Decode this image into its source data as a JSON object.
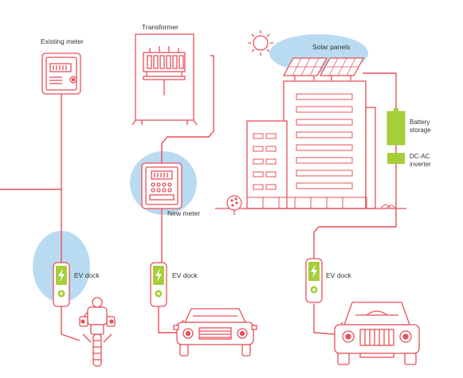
{
  "labels": {
    "existing_meter": "Existing meter",
    "transformer": "Transformer",
    "solar_panels": "Solar panels",
    "new_meter": "New meter",
    "battery_line1": "Battery",
    "battery_line2": "storage",
    "inverter_line1": "DC-AC",
    "inverter_line2": "inverter",
    "ev_dock_1": "EV dock",
    "ev_dock_2": "EV dock",
    "ev_dock_3": "EV dock"
  },
  "colors": {
    "line": "#e8505b",
    "highlight": "#b9dbf1",
    "accent": "#a6ce39",
    "text": "#333333"
  }
}
